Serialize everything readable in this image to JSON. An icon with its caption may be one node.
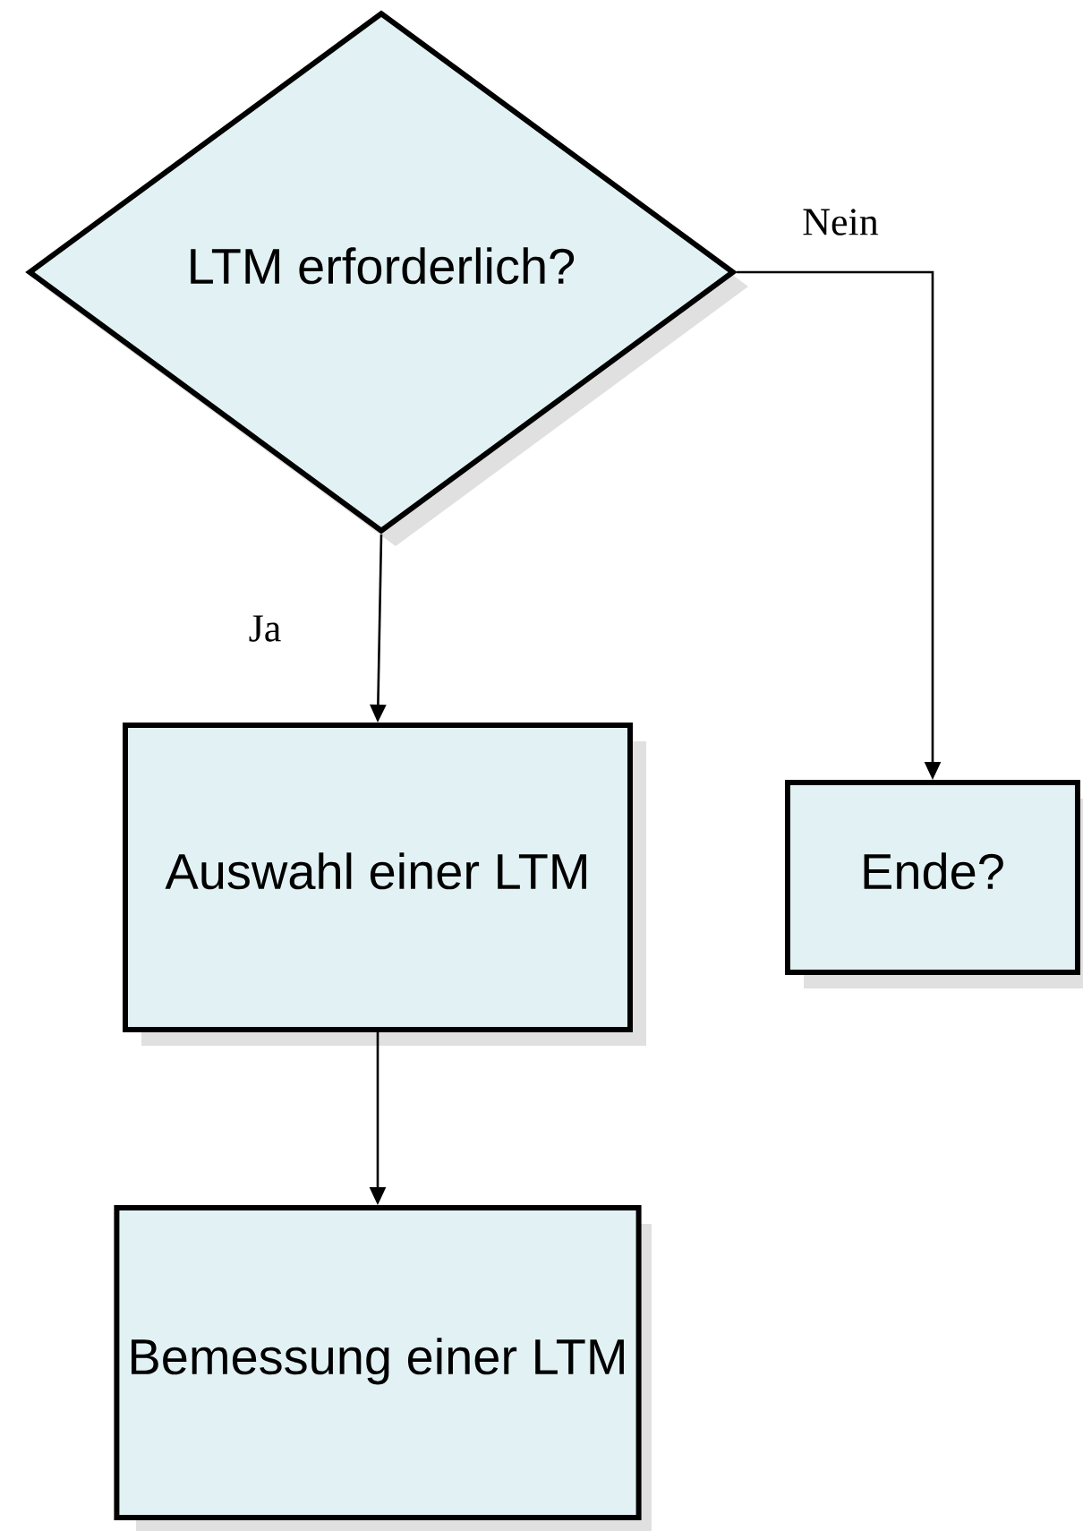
{
  "diagram": {
    "nodes": [
      {
        "text": [
          "LTM erforderlich?"
        ]
      },
      {
        "text": [
          "Auswahl einer LTM"
        ]
      },
      {
        "text": [
          "Ende?"
        ]
      },
      {
        "text": [
          "Bemessung einer LTM"
        ]
      }
    ],
    "edges": [
      {
        "from": 0,
        "to": 1,
        "arrow": "to",
        "label": "Ja"
      },
      {
        "from": 0,
        "to": 2,
        "arrow": "to",
        "label": "Nein"
      },
      {
        "from": 1,
        "to": 3,
        "arrow": "to"
      }
    ]
  }
}
